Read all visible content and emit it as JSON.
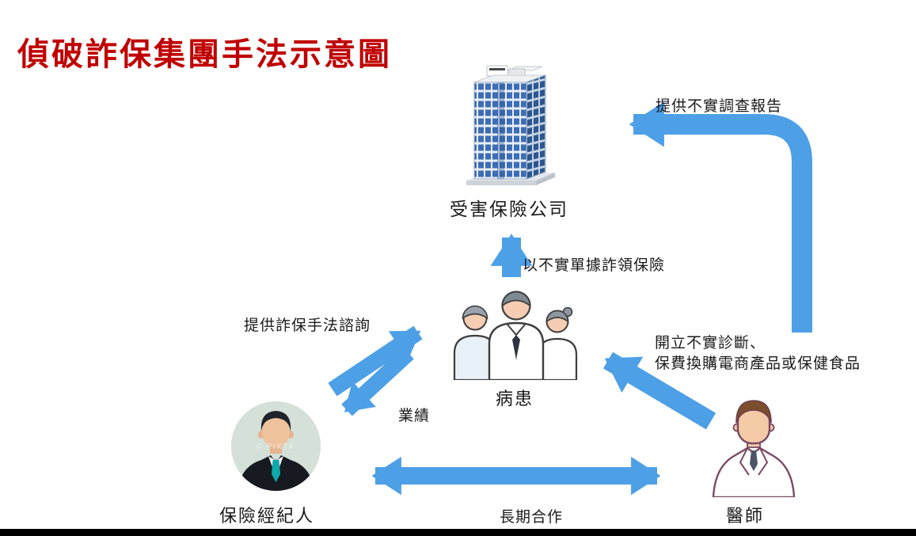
{
  "title": "偵破詐保集團手法示意圖",
  "colors": {
    "title_red": "#C00000",
    "arrow_blue": "#4DA0E6",
    "label_black": "#1a1a1a"
  },
  "nodes": {
    "company": {
      "label": "受害保險公司"
    },
    "patients": {
      "label": "病患"
    },
    "broker": {
      "label": "保險經紀人"
    },
    "doctor": {
      "label": "醫師"
    }
  },
  "edges": {
    "doctor_to_company": {
      "label": "提供不實調查報告"
    },
    "patients_to_company": {
      "label": "以不實單據詐領保險"
    },
    "broker_to_patients": {
      "label": "提供詐保手法諮詢"
    },
    "patients_to_broker": {
      "label": "業績"
    },
    "doctor_to_patients": {
      "label_line1": "開立不實診斷、",
      "label_line2": "保費換購電商產品或保健食品"
    },
    "broker_doctor_mutual": {
      "label": "長期合作"
    }
  },
  "watermark": "© PIXTA",
  "icons": {
    "company": "office-building-icon",
    "patients": "patients-group-icon",
    "broker": "businessman-avatar",
    "doctor": "doctor-avatar"
  }
}
